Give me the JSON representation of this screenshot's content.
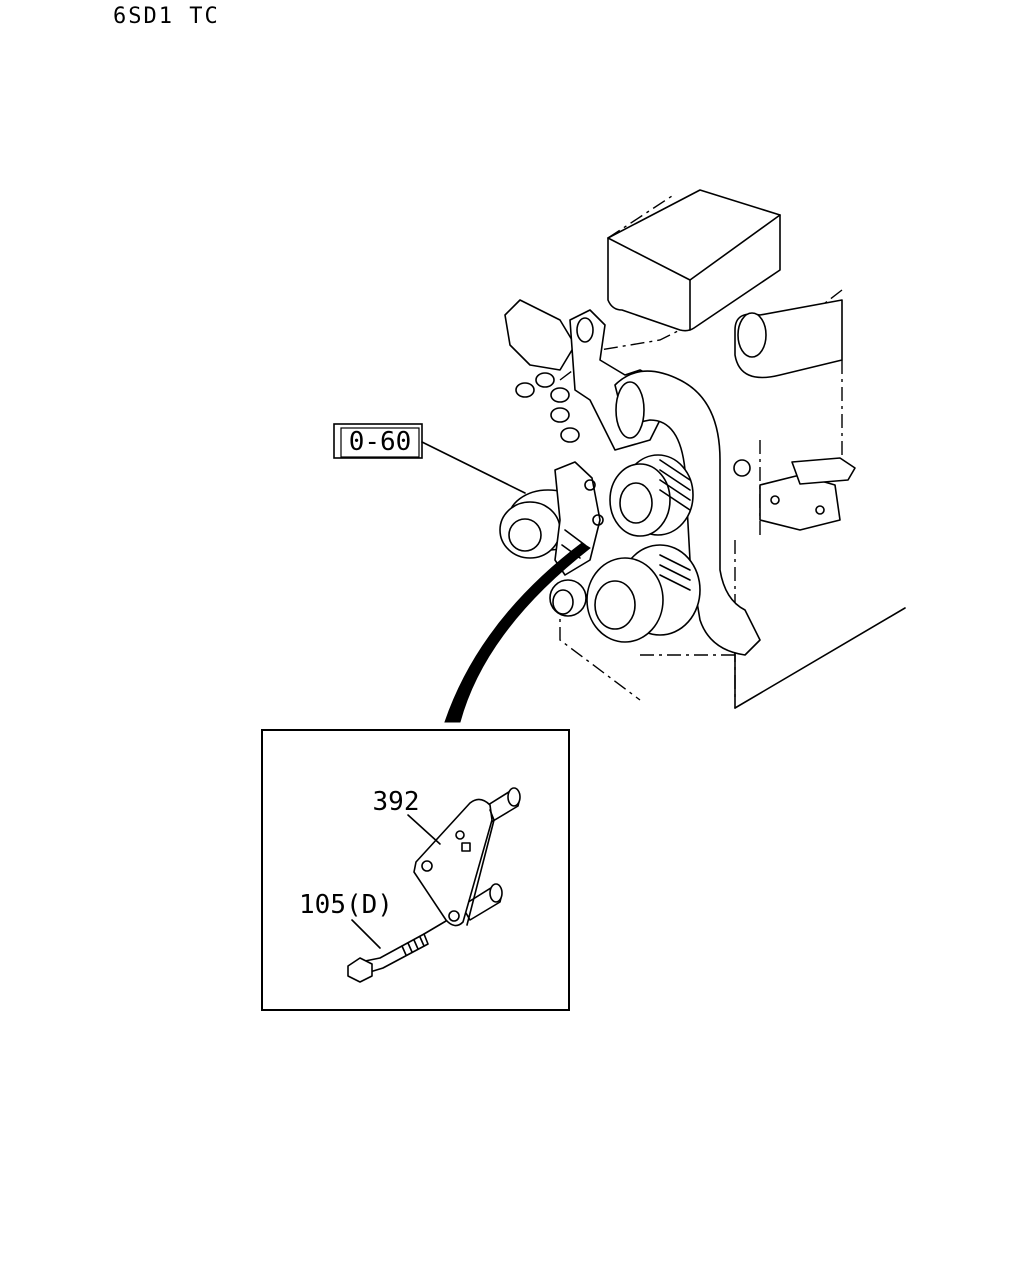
{
  "header": {
    "model_code": "6SD1 TC"
  },
  "callouts": {
    "group_ref": "0-60",
    "bracket_part": "392",
    "bolt_part": "105(D)"
  },
  "colors": {
    "line": "#000000",
    "background": "#ffffff"
  }
}
